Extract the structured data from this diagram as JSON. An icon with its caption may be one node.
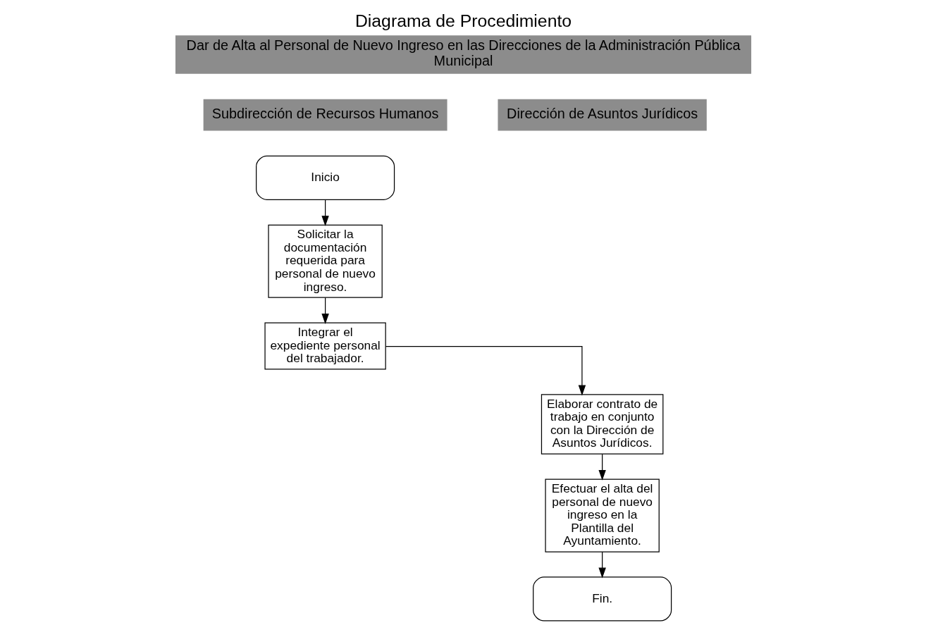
{
  "diagram": {
    "title": "Diagrama de Procedimiento",
    "nodes": [
      {
        "text": [
          "Inicio"
        ]
      },
      {
        "text": [
          "Solicitar la documentación requerida para personal de nuevo ingreso."
        ]
      },
      {
        "text": [
          "Integrar el expediente personal del trabajador."
        ]
      },
      {
        "text": [
          "Elaborar contrato de trabajo en conjunto con la Dirección de Asuntos Jurídicos."
        ]
      },
      {
        "text": [
          "Efectuar el alta del personal de nuevo ingreso en la Plantilla del Ayuntamiento."
        ]
      },
      {
        "text": [
          "Fin."
        ]
      }
    ],
    "edges": [
      {
        "from": 0,
        "to": 1,
        "arrow": "to"
      },
      {
        "from": 1,
        "to": 2,
        "arrow": "to"
      },
      {
        "from": 2,
        "to": 3,
        "arrow": "to"
      },
      {
        "from": 3,
        "to": 4,
        "arrow": "to"
      },
      {
        "from": 4,
        "to": 5,
        "arrow": "to"
      }
    ],
    "labels": [
      "Dar de Alta al Personal de Nuevo Ingreso en las Direcciones de la Administración Pública Municipal",
      "Subdirección de Recursos Humanos",
      "Dirección de Asuntos Jurídicos"
    ]
  }
}
